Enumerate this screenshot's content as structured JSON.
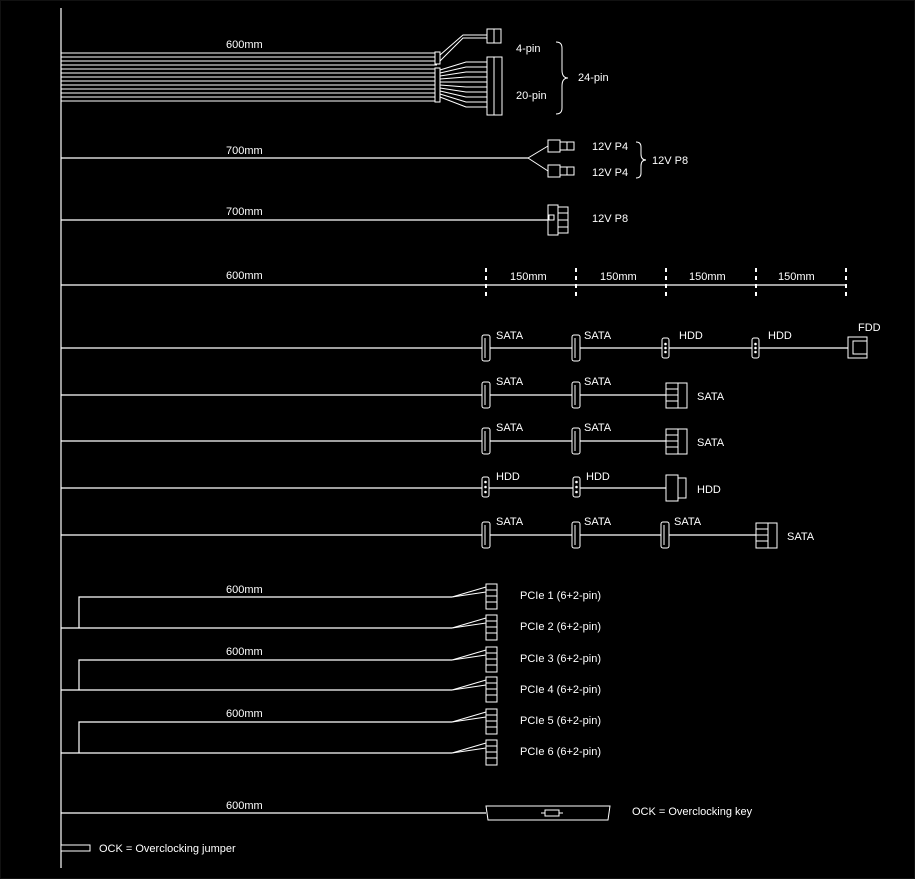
{
  "cables": {
    "atx": {
      "length": "600mm",
      "labels": [
        "4-pin",
        "20-pin",
        "24-pin"
      ]
    },
    "cpu_split": {
      "length": "700mm",
      "labels": [
        "12V P4",
        "12V P4",
        "12V P8"
      ]
    },
    "cpu_single": {
      "length": "700mm",
      "labels": [
        "12V P8"
      ]
    },
    "peripheral_spacing": {
      "length": "600mm",
      "segments": [
        "150mm",
        "150mm",
        "150mm",
        "150mm"
      ]
    },
    "peripheral_rows": [
      {
        "labels": [
          "SATA",
          "SATA",
          "HDD",
          "HDD",
          "FDD"
        ]
      },
      {
        "labels": [
          "SATA",
          "SATA",
          "SATA"
        ]
      },
      {
        "labels": [
          "SATA",
          "SATA",
          "SATA"
        ]
      },
      {
        "labels": [
          "HDD",
          "HDD",
          "HDD"
        ]
      },
      {
        "labels": [
          "SATA",
          "SATA",
          "SATA",
          "SATA"
        ]
      }
    ],
    "pcie": {
      "lengths": [
        "600mm",
        "600mm",
        "600mm"
      ],
      "labels": [
        "PCIe 1 (6+2-pin)",
        "PCIe 2 (6+2-pin)",
        "PCIe 3 (6+2-pin)",
        "PCIe 4 (6+2-pin)",
        "PCIe 5 (6+2-pin)",
        "PCIe 6 (6+2-pin)"
      ]
    },
    "ock": {
      "length": "600mm",
      "key_legend": "OCK = Overclocking key"
    }
  },
  "legend": {
    "jumper": "OCK = Overclocking jumper"
  },
  "colors": {
    "background": "#000000",
    "line": "#ffffff"
  }
}
